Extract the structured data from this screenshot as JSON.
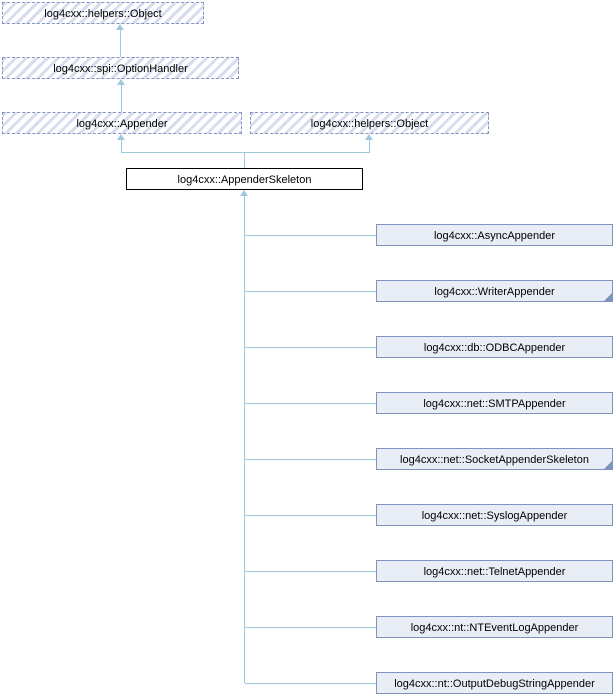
{
  "diagram": {
    "type": "class-inheritance-graph",
    "colors": {
      "edge": "#9fc7dd",
      "node_fill": "#e9edf6",
      "node_border": "#8092be",
      "hatch_stripe": "#d7ddee",
      "hatch_border": "#8295c1",
      "current_node_border": "#000000",
      "text": "#000000",
      "background": "#ffffff"
    },
    "base_nodes": {
      "helpers_object_top": {
        "label": "log4cxx::helpers::Object"
      },
      "option_handler": {
        "label": "log4cxx::spi::OptionHandler"
      },
      "appender": {
        "label": "log4cxx::Appender"
      },
      "helpers_object_right": {
        "label": "log4cxx::helpers::Object"
      }
    },
    "current_node": {
      "label": "log4cxx::AppenderSkeleton"
    },
    "derived_nodes": [
      {
        "label": "log4cxx::AsyncAppender",
        "has_subclasses": false
      },
      {
        "label": "log4cxx::WriterAppender",
        "has_subclasses": true
      },
      {
        "label": "log4cxx::db::ODBCAppender",
        "has_subclasses": false
      },
      {
        "label": "log4cxx::net::SMTPAppender",
        "has_subclasses": false
      },
      {
        "label": "log4cxx::net::SocketAppenderSkeleton",
        "has_subclasses": true
      },
      {
        "label": "log4cxx::net::SyslogAppender",
        "has_subclasses": false
      },
      {
        "label": "log4cxx::net::TelnetAppender",
        "has_subclasses": false
      },
      {
        "label": "log4cxx::nt::NTEventLogAppender",
        "has_subclasses": false
      },
      {
        "label": "log4cxx::nt::OutputDebugStringAppender",
        "has_subclasses": false
      }
    ]
  }
}
